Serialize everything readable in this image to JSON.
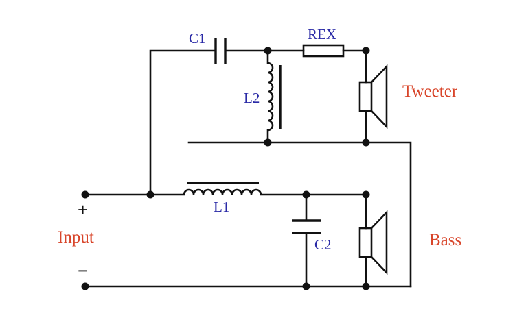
{
  "components": {
    "c1": "C1",
    "rex": "REX",
    "l2": "L2",
    "l1": "L1",
    "c2": "C2"
  },
  "speakers": {
    "tweeter": "Tweeter",
    "bass": "Bass"
  },
  "input": {
    "label": "Input",
    "plus": "+",
    "minus": "−"
  },
  "colors": {
    "wire": "#111111",
    "component_label": "#2a2aa6",
    "speaker_label": "#d8452a"
  }
}
